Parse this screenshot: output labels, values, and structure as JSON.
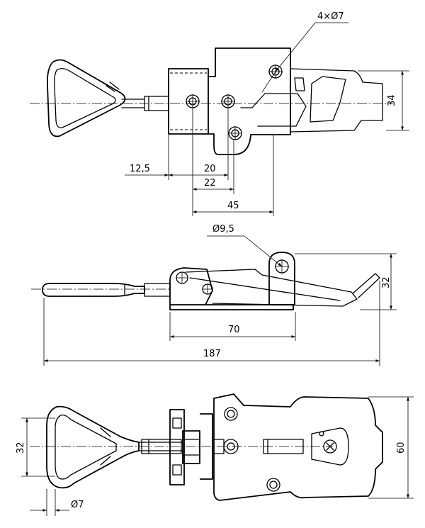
{
  "top_view": {
    "holes_label": "4×Ø7",
    "dim_height": "34",
    "dim_offset": "12,5",
    "dim_hole_spacing": "20",
    "dim_22": "22",
    "dim_45": "45"
  },
  "side_view": {
    "pivot_label": "Ø9,5",
    "dim_height": "32",
    "dim_base": "70",
    "dim_overall": "187"
  },
  "bottom_view": {
    "dim_loop": "32",
    "dim_wire": "Ø7",
    "dim_height": "60"
  }
}
